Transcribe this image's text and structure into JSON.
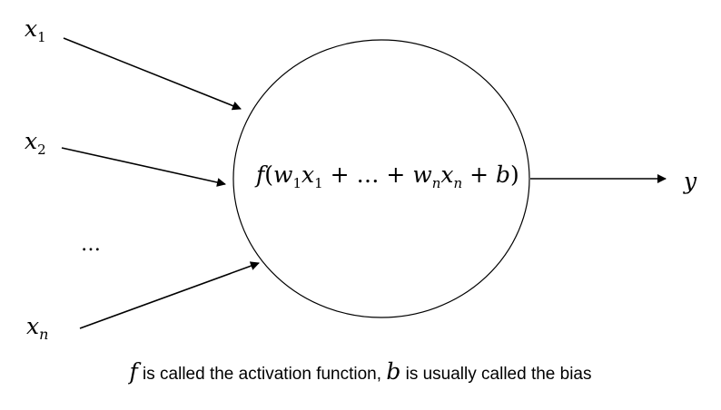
{
  "diagram": {
    "inputs": [
      {
        "symbol": "x",
        "subscript": "1"
      },
      {
        "symbol": "x",
        "subscript": "2"
      },
      {
        "symbol": "x",
        "subscript": "n"
      }
    ],
    "ellipsis": "…",
    "formula": {
      "f": "f",
      "open": "(",
      "w1": "w",
      "w1_sub": "1",
      "x1": "x",
      "x1_sub": "1",
      "plus1": " + ",
      "dots": "…",
      "plus2": " + ",
      "wn": "w",
      "wn_sub": "n",
      "xn": "x",
      "xn_sub": "n",
      "plus3": " + ",
      "b": "b",
      "close": ")"
    },
    "output": "y"
  },
  "caption": {
    "f_symbol": "f",
    "text1": " is called the activation function, ",
    "b_symbol": "b",
    "text2": " is usually called the bias"
  }
}
